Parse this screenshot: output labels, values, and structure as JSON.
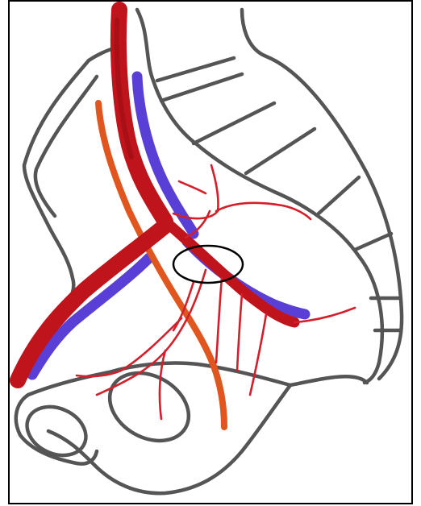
{
  "figure": {
    "kind": "hand-drawn anatomical sketch",
    "colors": {
      "background": "#ffffff",
      "border": "#000000",
      "outline": "#555555",
      "artery": "#c0141c",
      "artery_dark": "#a80f16",
      "vein": "#5a3fd6",
      "ureter": "#e0561e",
      "branch": "#d41e2a",
      "marker": "#000000"
    },
    "structures": [
      {
        "name": "pelvic-bone-outline",
        "color": "outline"
      },
      {
        "name": "sacrum-segments",
        "color": "outline"
      },
      {
        "name": "common-iliac-artery",
        "color": "artery"
      },
      {
        "name": "common-iliac-vein",
        "color": "vein"
      },
      {
        "name": "internal-iliac-artery",
        "color": "artery"
      },
      {
        "name": "external-iliac-artery",
        "color": "artery"
      },
      {
        "name": "ureter",
        "color": "ureter"
      },
      {
        "name": "arterial-branches",
        "color": "branch"
      },
      {
        "name": "obturator-foramen",
        "color": "outline"
      },
      {
        "name": "highlight-ellipse",
        "color": "marker"
      }
    ]
  }
}
